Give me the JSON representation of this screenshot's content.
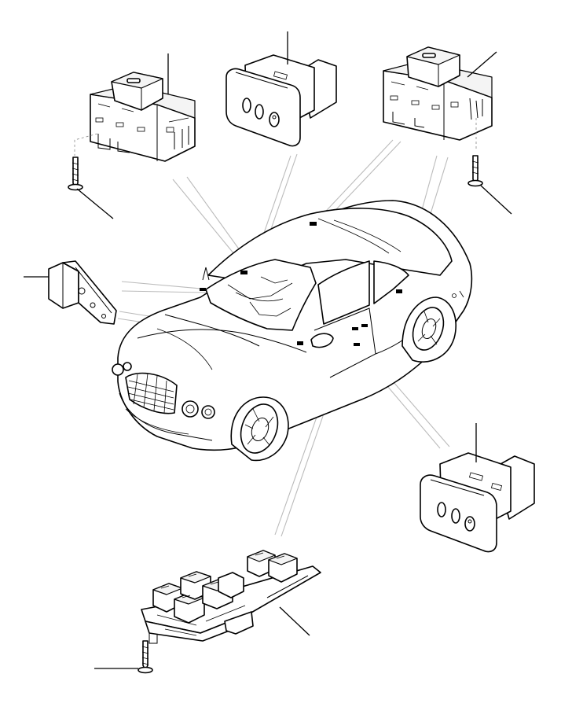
{
  "diagram": {
    "components": [
      {
        "name": "rear-left-window-switch"
      },
      {
        "name": "dashboard-rocker-switch"
      },
      {
        "name": "rear-right-window-switch"
      },
      {
        "name": "interior-lamp-switch"
      },
      {
        "name": "door-rocker-switch"
      },
      {
        "name": "driver-window-switch-pack"
      },
      {
        "name": "mounting-screw"
      }
    ]
  }
}
